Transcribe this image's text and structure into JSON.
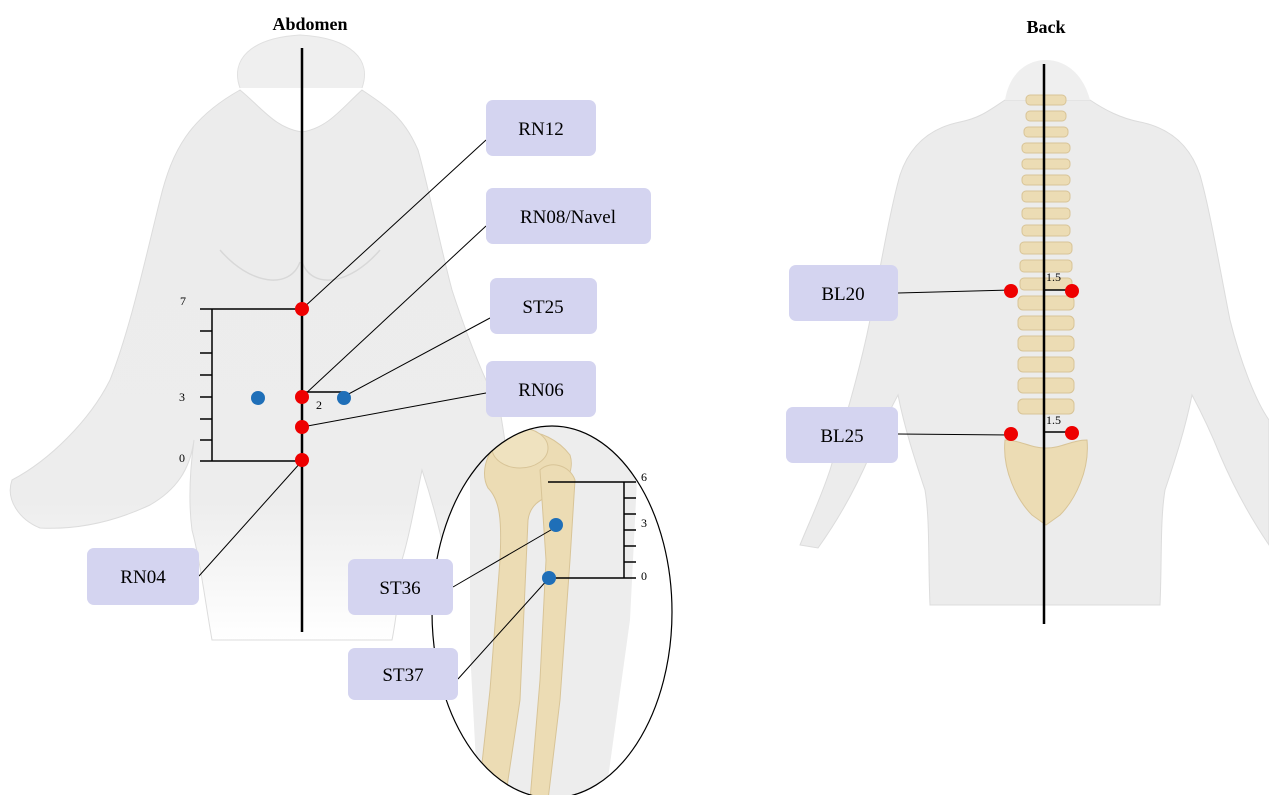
{
  "titles": {
    "abdomen": "Abdomen",
    "back": "Back"
  },
  "labels": {
    "rn12": "RN12",
    "rn08": "RN08/Navel",
    "st25": "ST25",
    "rn06": "RN06",
    "rn04": "RN04",
    "st36": "ST36",
    "st37": "ST37",
    "bl20": "BL20",
    "bl25": "BL25"
  },
  "scales": {
    "abdomen": {
      "top": "7",
      "mid": "3",
      "bottom": "0",
      "lateral": "2"
    },
    "leg": {
      "top": "6",
      "mid": "3",
      "bottom": "0"
    },
    "back": {
      "bl20_offset": "1.5",
      "bl25_offset": "1.5"
    }
  },
  "colors": {
    "ren_point": "#ee0000",
    "stomach_point": "#1f6fb8",
    "bladder_point": "#ee0000",
    "label_box": "#d4d4f0",
    "body_fill": "#ececec",
    "bone_fill": "#ecdcb4"
  }
}
